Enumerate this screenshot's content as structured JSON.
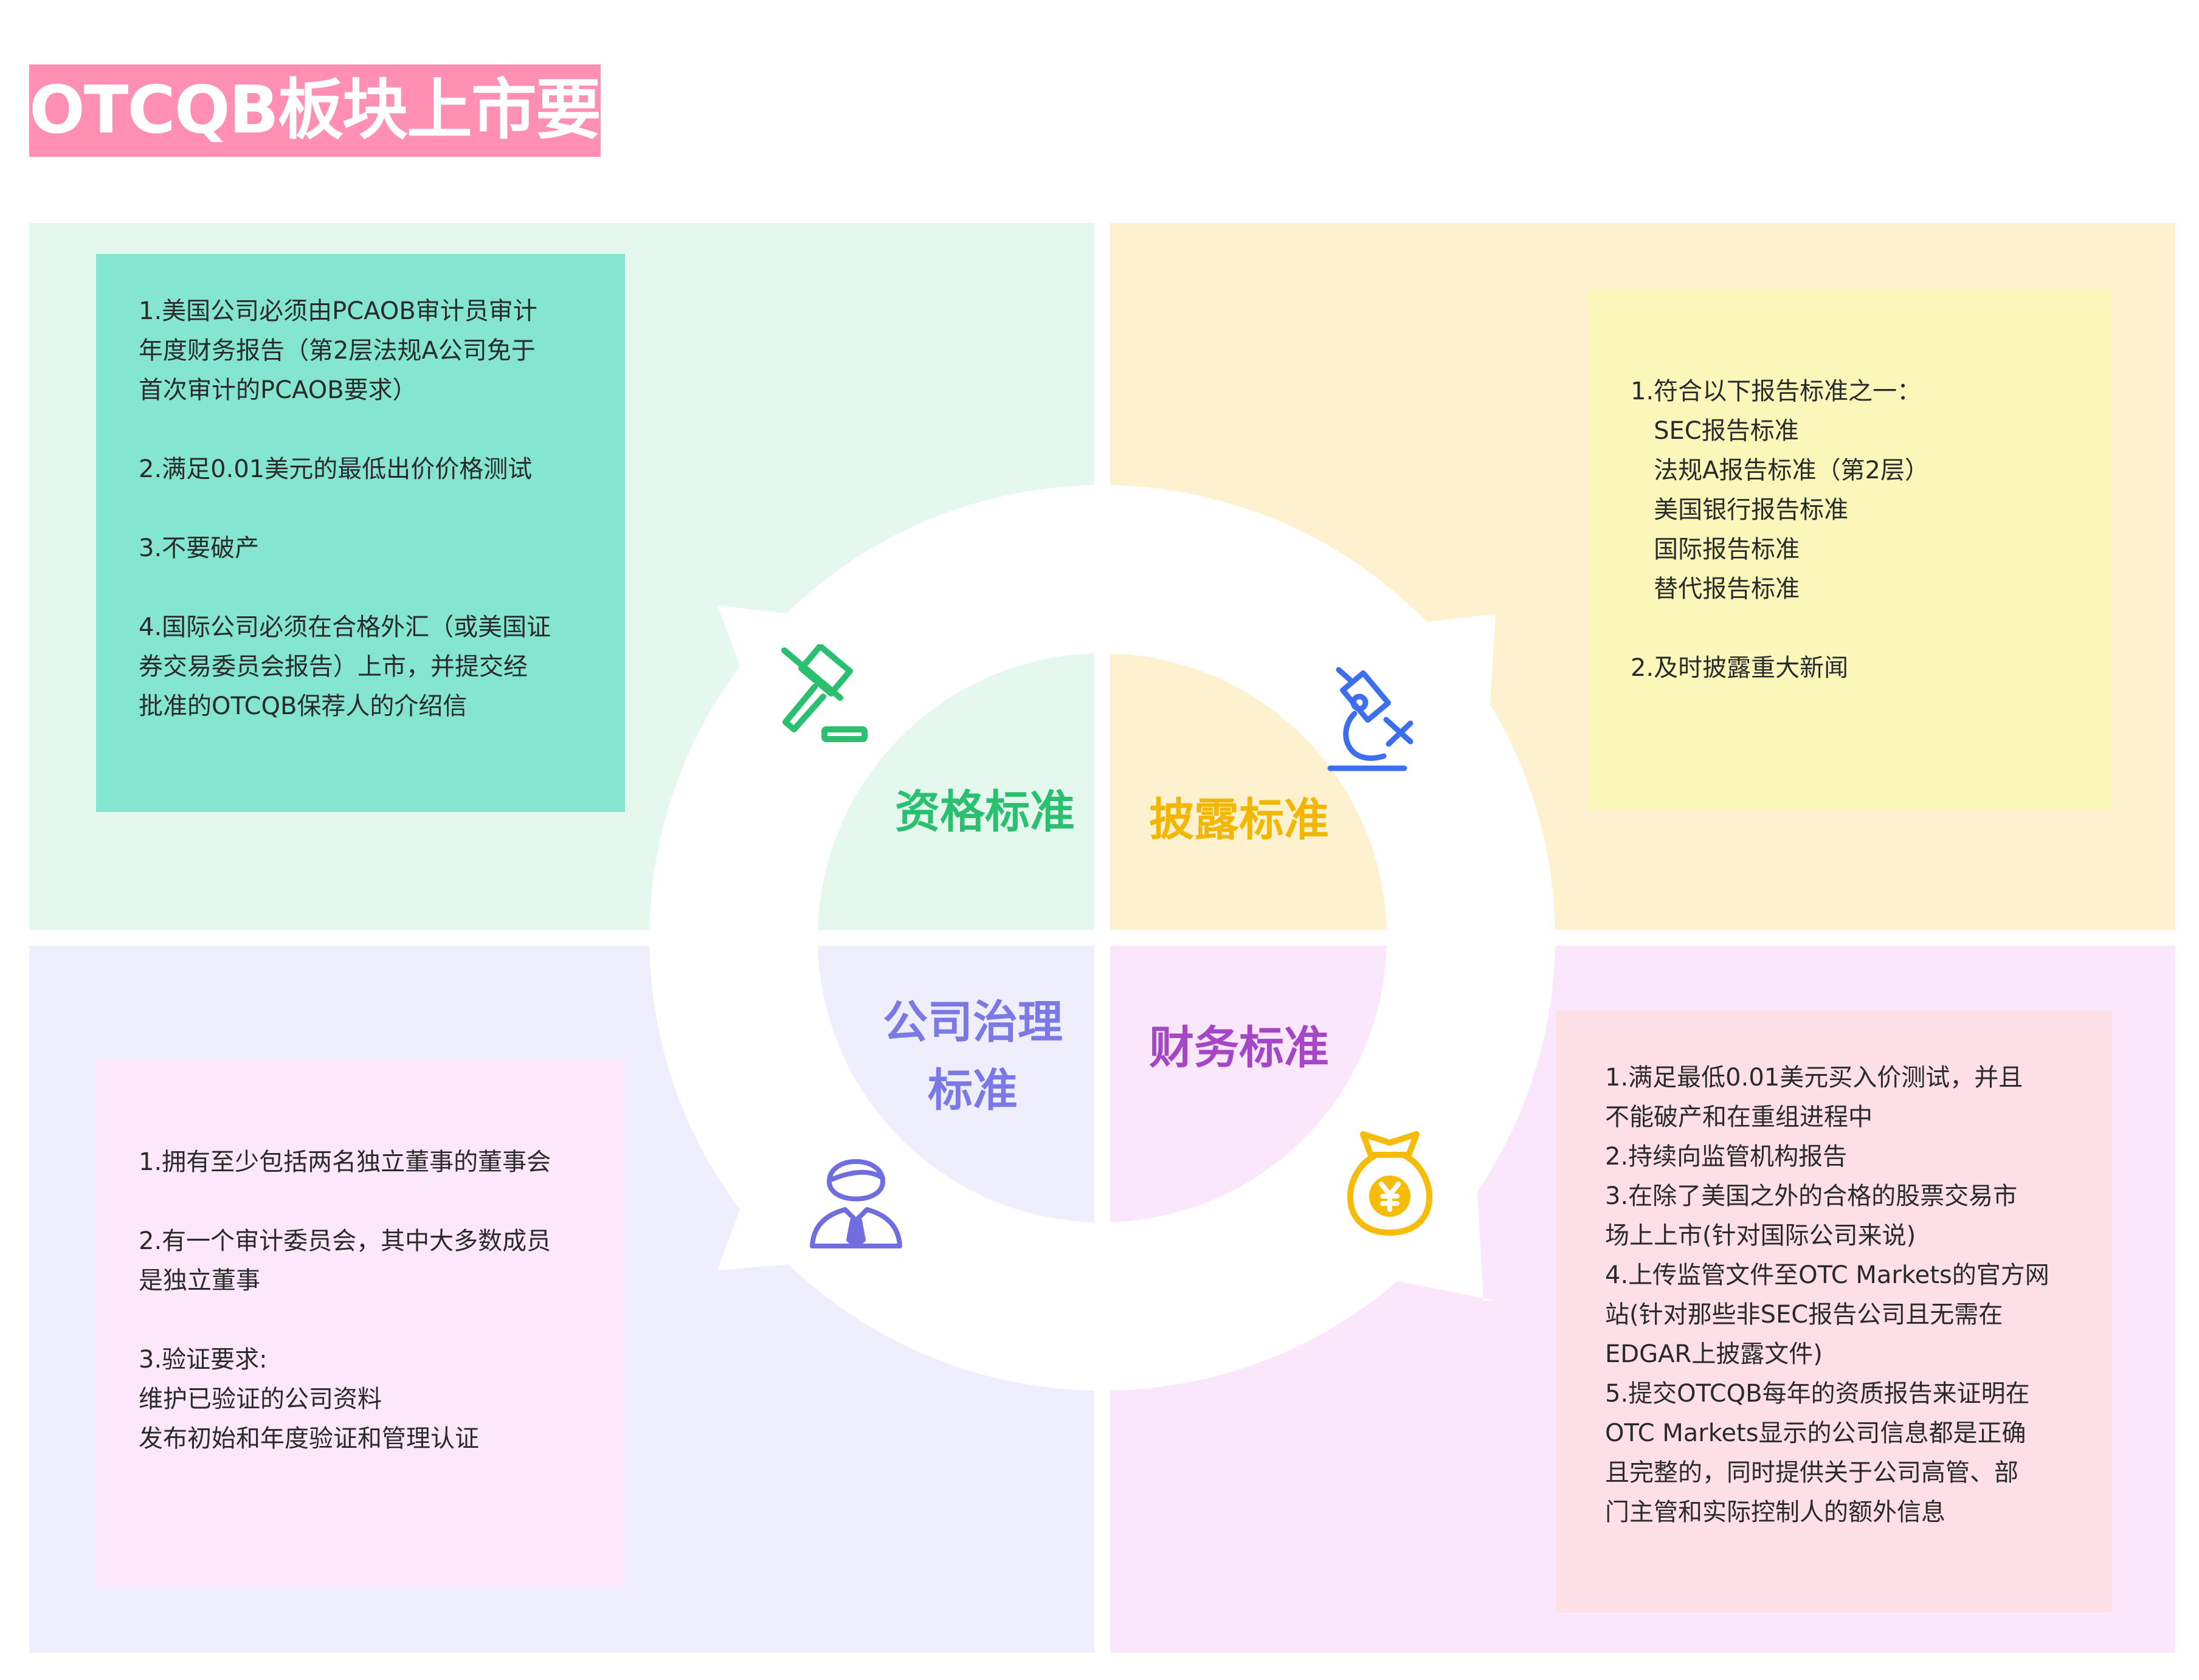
{
  "title": "OTCQB板块上市要求",
  "quadrants": {
    "qualification": {
      "label": "资格标准",
      "lines": [
        "1.美国公司必须由PCAOB审计员审计",
        "年度财务报告（第2层法规A公司免于",
        "首次审计的PCAOB要求）",
        "",
        "2.满足0.01美元的最低出价价格测试",
        "",
        "3.不要破产",
        "",
        "4.国际公司必须在合格外汇（或美国证",
        "券交易委员会报告）上市，并提交经",
        "批准的OTCQB保荐人的介绍信"
      ],
      "color": "#2bc070"
    },
    "disclosure": {
      "label": "披露标准",
      "lines": [
        "1.符合以下报告标准之一：",
        "   SEC报告标准",
        "   法规A报告标准（第2层）",
        "   美国银行报告标准",
        "   国际报告标准",
        "   替代报告标准",
        "",
        "2.及时披露重大新闻"
      ],
      "color": "#f2b705"
    },
    "governance": {
      "label_line1": "公司治理",
      "label_line2": "标准",
      "lines": [
        "1.拥有至少包括两名独立董事的董事会",
        "",
        "2.有一个审计委员会，其中大多数成员",
        "是独立董事",
        "",
        "3.验证要求:",
        "维护已验证的公司资料",
        "发布初始和年度验证和管理认证"
      ],
      "color": "#7b79e6"
    },
    "financial": {
      "label": "财务标准",
      "lines": [
        "1.满足最低0.01美元买入价测试，并且",
        "不能破产和在重组进程中",
        "2.持续向监管机构报告",
        "3.在除了美国之外的合格的股票交易市",
        "场上上市(针对国际公司来说)",
        "4.上传监管文件至OTC Markets的官方网",
        "站(针对那些非SEC报告公司且无需在",
        "EDGAR上披露文件)",
        "5.提交OTCQB每年的资质报告来证明在",
        "OTC Markets显示的公司信息都是正确",
        "且完整的，同时提供关于公司高管、部",
        "门主管和实际控制人的额外信息"
      ],
      "color": "#a546c6"
    }
  },
  "icons": {
    "qualification": "gavel-icon",
    "disclosure": "microscope-icon",
    "governance": "businessman-icon",
    "financial": "money-bag-icon"
  }
}
